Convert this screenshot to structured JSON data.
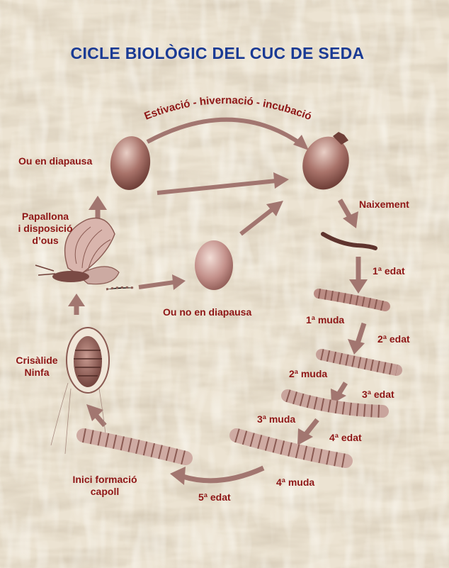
{
  "title": "CICLE BIOLÒGIC DEL CUC DE SEDA",
  "arc_label": "Estivació - hivernació - incubació",
  "labels": {
    "ou_diapausa": "Ou en diapausa",
    "naixement": "Naixement",
    "papallona_1": "Papallona",
    "papallona_2": "i disposició",
    "papallona_3": "d’ous",
    "ou_no_diapausa": "Ou no en diapausa",
    "edat_1": "1ª edat",
    "muda_1": "1ª muda",
    "edat_2": "2ª edat",
    "muda_2": "2ª muda",
    "edat_3": "3ª edat",
    "muda_3": "3ª muda",
    "edat_4": "4ª edat",
    "muda_4": "4ª muda",
    "crisalide_1": "Crisàlide",
    "crisalide_2": "Ninfa",
    "inici_1": "Inici formació",
    "inici_2": "capoll",
    "edat_5": "5ª edat"
  },
  "colors": {
    "title": "#1a3a94",
    "label": "#8e1616",
    "arrow": "#a27670",
    "illustration": "#8a5a52",
    "paper": "#ece3d2"
  }
}
